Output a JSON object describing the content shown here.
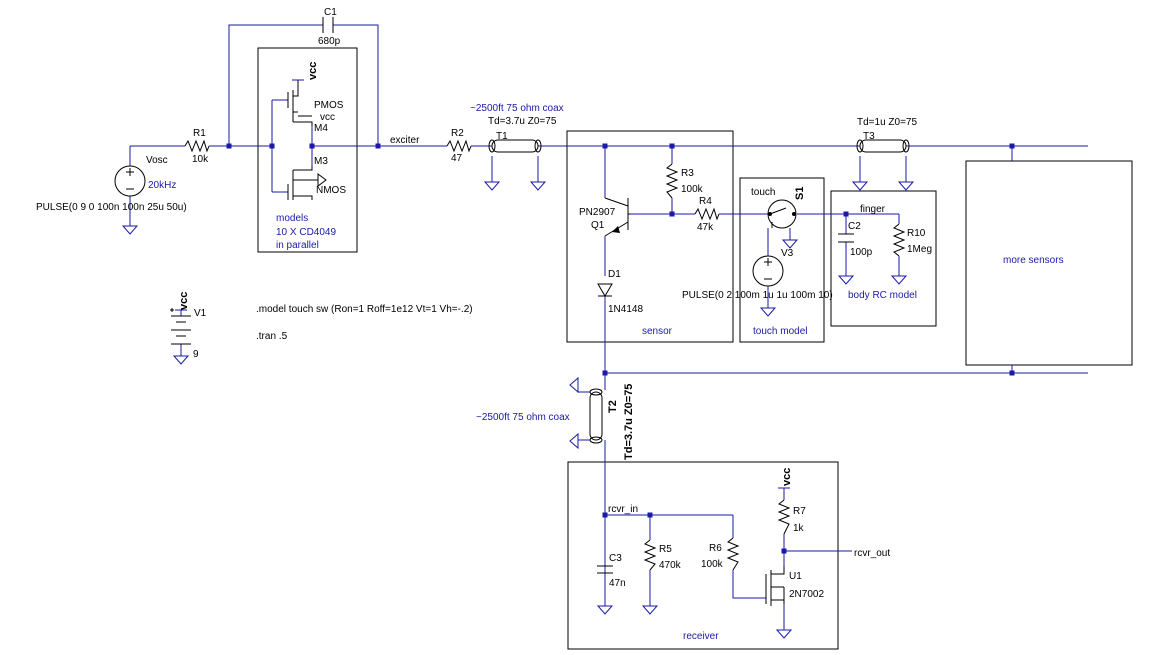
{
  "colors": {
    "wire": "#1a1aa6",
    "component": "#000000",
    "text_blue": "#1a1aa6",
    "background": "#ffffff"
  },
  "labels": {
    "c1": "C1",
    "c1_val": "680p",
    "vcc_models": "vcc",
    "pmos": "PMOS",
    "pmos_vcc": "vcc",
    "m4": "M4",
    "m3": "M3",
    "nmos": "NMOS",
    "models_1": "models",
    "models_2": "10 X CD4049",
    "models_3": "in parallel",
    "exciter": "exciter",
    "r1": "R1",
    "r1_val": "10k",
    "vosc": "Vosc",
    "vosc_freq": "20kHz",
    "vosc_pulse": "PULSE(0 9 0 100n 100n 25u 50u)",
    "coax1": "~2500ft 75 ohm coax",
    "t1_params": "Td=3.7u Z0=75",
    "t1": "T1",
    "r2": "R2",
    "r2_val": "47",
    "r3": "R3",
    "r3_val": "100k",
    "pn2907": "PN2907",
    "q1": "Q1",
    "r4": "R4",
    "r4_val": "47k",
    "d1": "D1",
    "d1_part": "1N4148",
    "sensor": "sensor",
    "touch": "touch",
    "s1": "S1",
    "v3": "V3",
    "v3_pulse": "PULSE(0 2 100m 1u 1u 100m 10)",
    "touch_model": "touch model",
    "finger": "finger",
    "c2": "C2",
    "c2_val": "100p",
    "r10": "R10",
    "r10_val": "1Meg",
    "body_rc": "body RC model",
    "t3_params": "Td=1u Z0=75",
    "t3": "T3",
    "more_sensors": "more sensors",
    "v1_vcc": "vcc",
    "v1": "V1",
    "v1_val": "9",
    "model_directive": ".model touch sw (Ron=1 Roff=1e12 Vt=1 Vh=-.2)",
    "tran": ".tran .5",
    "coax2": "~2500ft 75 ohm coax",
    "t2": "T2",
    "t2_params": "Td=3.7u Z0=75",
    "rcvr_in": "rcvr_in",
    "c3": "C3",
    "c3_val": "47n",
    "r5": "R5",
    "r5_val": "470k",
    "r6": "R6",
    "r6_val": "100k",
    "vcc_rcvr": "vcc",
    "r7": "R7",
    "r7_val": "1k",
    "rcvr_out": "rcvr_out",
    "u1": "U1",
    "u1_part": "2N7002",
    "receiver": "receiver"
  }
}
